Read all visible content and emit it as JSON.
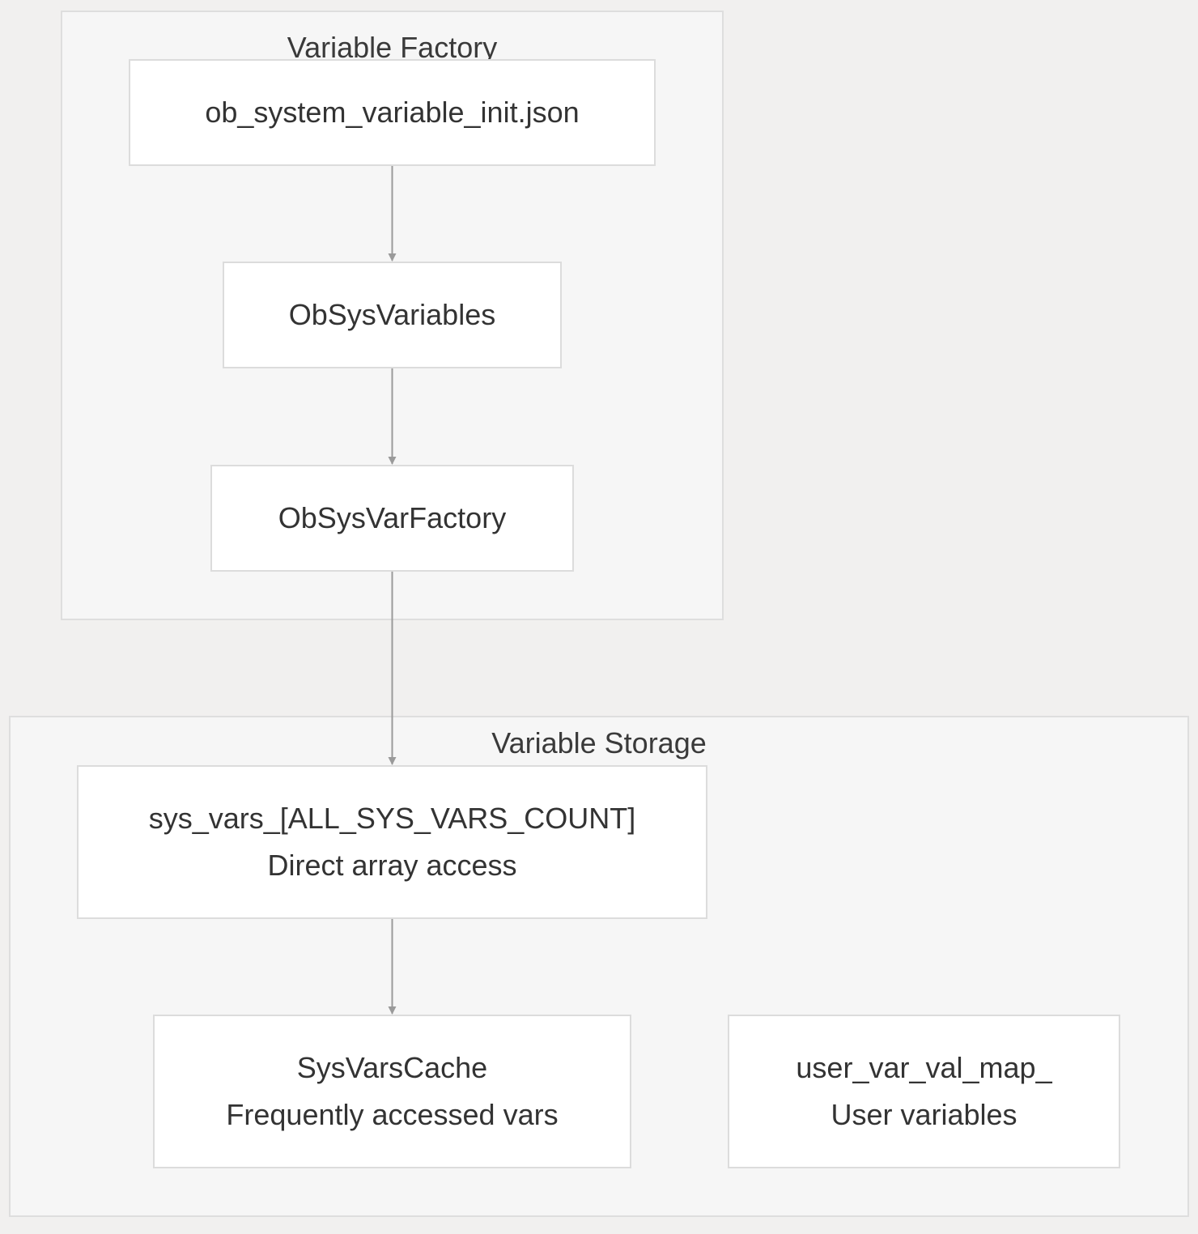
{
  "clusters": {
    "factory": {
      "title": "Variable Factory"
    },
    "storage": {
      "title": "Variable Storage"
    }
  },
  "nodes": {
    "init_json": {
      "line1": "ob_system_variable_init.json"
    },
    "obsysvariables": {
      "line1": "ObSysVariables"
    },
    "obsysvarfactory": {
      "line1": "ObSysVarFactory"
    },
    "sys_vars": {
      "line1": "sys_vars_[ALL_SYS_VARS_COUNT]",
      "line2": "Direct array access"
    },
    "sysvarscache": {
      "line1": "SysVarsCache",
      "line2": "Frequently accessed vars"
    },
    "user_var_val_map": {
      "line1": "user_var_val_map_",
      "line2": "User variables"
    }
  },
  "edges": [
    {
      "from": "init_json",
      "to": "obsysvariables"
    },
    {
      "from": "obsysvariables",
      "to": "obsysvarfactory"
    },
    {
      "from": "obsysvarfactory",
      "to": "sys_vars"
    },
    {
      "from": "sys_vars",
      "to": "sysvarscache"
    }
  ],
  "colors": {
    "background": "#f1f0ef",
    "cluster_fill": "#f6f6f6",
    "cluster_border": "#dedede",
    "node_fill": "#ffffff",
    "node_border": "#dcdcdc",
    "edge": "#9a9a9a",
    "text": "#333333"
  }
}
